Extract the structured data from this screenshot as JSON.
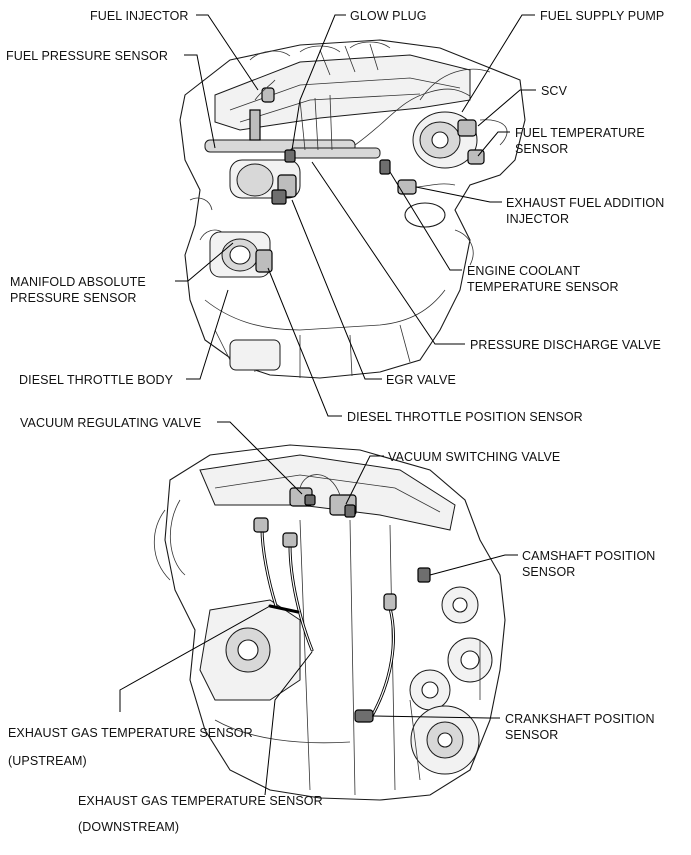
{
  "top_diagram": {
    "labels": {
      "fuel_injector": "FUEL INJECTOR",
      "glow_plug": "GLOW PLUG",
      "fuel_supply_pump": "FUEL SUPPLY PUMP",
      "fuel_pressure_sensor": "FUEL PRESSURE SENSOR",
      "scv": "SCV",
      "fuel_temperature_sensor_1": "FUEL TEMPERATURE",
      "fuel_temperature_sensor_2": "SENSOR",
      "exhaust_fuel_addition_injector_1": "EXHAUST FUEL ADDITION",
      "exhaust_fuel_addition_injector_2": "INJECTOR",
      "engine_coolant_temperature_sensor_1": "ENGINE COOLANT",
      "engine_coolant_temperature_sensor_2": "TEMPERATURE SENSOR",
      "manifold_absolute_pressure_sensor_1": "MANIFOLD ABSOLUTE",
      "manifold_absolute_pressure_sensor_2": "PRESSURE SENSOR",
      "pressure_discharge_valve": "PRESSURE DISCHARGE VALVE",
      "diesel_throttle_body": "DIESEL THROTTLE BODY",
      "egr_valve": "EGR VALVE",
      "diesel_throttle_position_sensor": "DIESEL THROTTLE POSITION SENSOR"
    }
  },
  "bottom_diagram": {
    "labels": {
      "vacuum_regulating_valve": "VACUUM REGULATING VALVE",
      "vacuum_switching_valve": "VACUUM SWITCHING VALVE",
      "camshaft_position_sensor_1": "CAMSHAFT POSITION",
      "camshaft_position_sensor_2": "SENSOR",
      "exhaust_gas_temp_upstream_1": "EXHAUST GAS TEMPERATURE SENSOR",
      "exhaust_gas_temp_upstream_2": "(UPSTREAM)",
      "crankshaft_position_sensor_1": "CRANKSHAFT POSITION",
      "crankshaft_position_sensor_2": "SENSOR",
      "exhaust_gas_temp_downstream_1": "EXHAUST GAS TEMPERATURE SENSOR",
      "exhaust_gas_temp_downstream_2": "(DOWNSTREAM)"
    }
  }
}
